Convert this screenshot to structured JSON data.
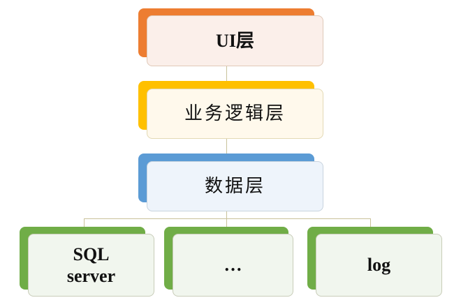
{
  "colors": {
    "ui": "#ED7D31",
    "business": "#FFC000",
    "data": "#5B9BD5",
    "storage": "#70AD47"
  },
  "nodes": {
    "ui": "UI层",
    "business": "业务逻辑层",
    "data": "数据层",
    "storage": [
      {
        "line1": "SQL",
        "line2": "server"
      },
      {
        "line1": "…",
        "line2": ""
      },
      {
        "line1": "log",
        "line2": ""
      }
    ]
  }
}
